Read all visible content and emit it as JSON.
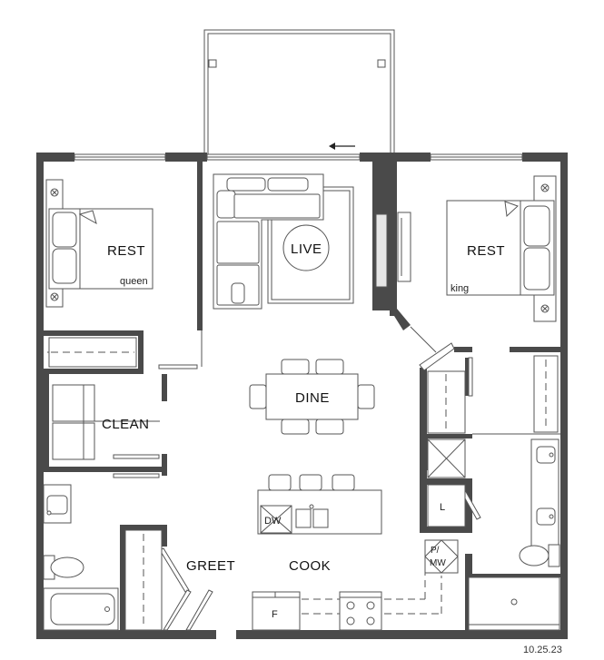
{
  "rooms": {
    "bedroom_left": "REST",
    "bedroom_right": "REST",
    "living": "LIVE",
    "dining": "DINE",
    "laundry": "CLEAN",
    "entry": "GREET",
    "kitchen": "COOK"
  },
  "furniture": {
    "bed_left_size": "queen",
    "bed_right_size": "king",
    "dishwasher": "DW",
    "fridge": "F",
    "linen": "L",
    "pantry_microwave_line1": "P/",
    "pantry_microwave_line2": "MW"
  },
  "date_stamp": "10.25.23"
}
